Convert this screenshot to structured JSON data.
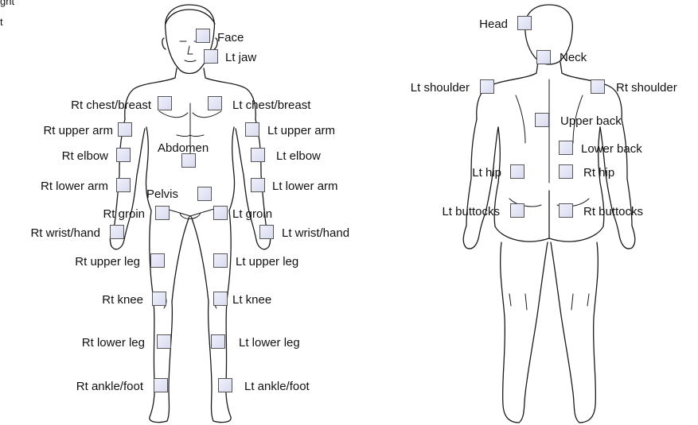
{
  "corner_text": [
    "ght",
    "t"
  ],
  "front": [
    {
      "id": "face",
      "label": "Face",
      "checked": false
    },
    {
      "id": "lt-jaw",
      "label": "Lt jaw",
      "checked": false
    },
    {
      "id": "rt-chest-breast",
      "label": "Rt chest/breast",
      "checked": false
    },
    {
      "id": "lt-chest-breast",
      "label": "Lt chest/breast",
      "checked": false
    },
    {
      "id": "rt-upper-arm",
      "label": "Rt upper arm",
      "checked": false
    },
    {
      "id": "lt-upper-arm",
      "label": "Lt upper arm",
      "checked": false
    },
    {
      "id": "rt-elbow",
      "label": "Rt elbow",
      "checked": false
    },
    {
      "id": "abdomen",
      "label": "Abdomen",
      "checked": false
    },
    {
      "id": "lt-elbow",
      "label": "Lt elbow",
      "checked": false
    },
    {
      "id": "rt-lower-arm",
      "label": "Rt lower arm",
      "checked": false
    },
    {
      "id": "pelvis",
      "label": "Pelvis",
      "checked": false
    },
    {
      "id": "lt-lower-arm",
      "label": "Lt lower arm",
      "checked": false
    },
    {
      "id": "rt-groin",
      "label": "Rt groin",
      "checked": false
    },
    {
      "id": "lt-groin",
      "label": "Lt groin",
      "checked": false
    },
    {
      "id": "rt-wrist-hand",
      "label": "Rt wrist/hand",
      "checked": false
    },
    {
      "id": "lt-wrist-hand",
      "label": "Lt wrist/hand",
      "checked": false
    },
    {
      "id": "rt-upper-leg",
      "label": "Rt upper leg",
      "checked": false
    },
    {
      "id": "lt-upper-leg",
      "label": "Lt upper leg",
      "checked": false
    },
    {
      "id": "rt-knee",
      "label": "Rt knee",
      "checked": false
    },
    {
      "id": "lt-knee",
      "label": "Lt knee",
      "checked": false
    },
    {
      "id": "rt-lower-leg",
      "label": "Rt lower leg",
      "checked": false
    },
    {
      "id": "lt-lower-leg",
      "label": "Lt lower leg",
      "checked": false
    },
    {
      "id": "rt-ankle-foot",
      "label": "Rt ankle/foot",
      "checked": false
    },
    {
      "id": "lt-ankle-foot",
      "label": "Lt ankle/foot",
      "checked": false
    }
  ],
  "back": [
    {
      "id": "head",
      "label": "Head",
      "checked": false
    },
    {
      "id": "neck",
      "label": "Neck",
      "checked": false
    },
    {
      "id": "lt-shoulder",
      "label": "Lt shoulder",
      "checked": false
    },
    {
      "id": "rt-shoulder",
      "label": "Rt shoulder",
      "checked": false
    },
    {
      "id": "upper-back",
      "label": "Upper back",
      "checked": false
    },
    {
      "id": "lower-back",
      "label": "Lower back",
      "checked": false
    },
    {
      "id": "lt-hip",
      "label": "Lt hip",
      "checked": false
    },
    {
      "id": "rt-hip",
      "label": "Rt hip",
      "checked": false
    },
    {
      "id": "lt-buttocks",
      "label": "Lt buttocks",
      "checked": false
    },
    {
      "id": "rt-buttocks",
      "label": "Rt buttocks",
      "checked": false
    }
  ]
}
